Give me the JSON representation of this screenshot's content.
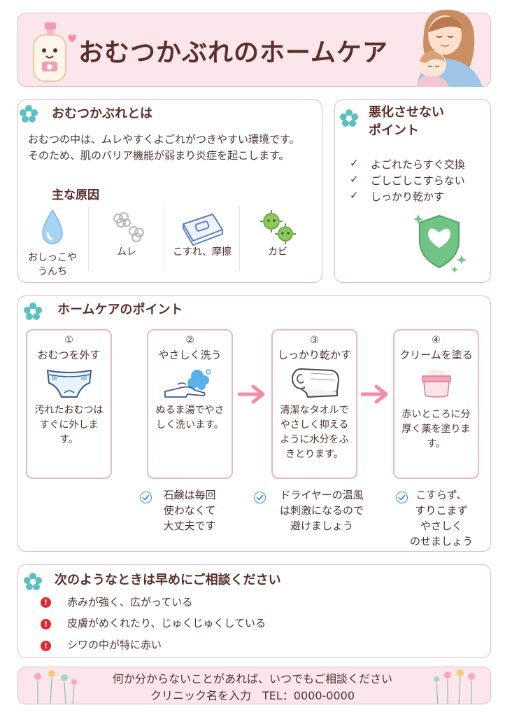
{
  "header": {
    "title": "おむつかぶれのホームケア"
  },
  "about": {
    "heading": "おむつかぶれとは",
    "text": "おむつの中は、ムレやすくよごれがつきやすい環境です。そのため、肌のバリア機能が弱まり炎症を起こします。",
    "causes_heading": "主な原因",
    "causes": [
      {
        "label": "おしっこや\nうんち",
        "icon": "water-drop-icon"
      },
      {
        "label": "ムレ",
        "icon": "steam-icon"
      },
      {
        "label": "こすれ、摩擦",
        "icon": "friction-icon"
      },
      {
        "label": "カビ",
        "icon": "germ-icon"
      }
    ]
  },
  "prevent": {
    "heading_line1": "悪化させない",
    "heading_line2": "ポイント",
    "points": [
      "よごれたらすぐ交換",
      "ごしごしこすらない",
      "しっかり乾かす"
    ],
    "check_mark": "✓"
  },
  "homecare": {
    "heading": "ホームケアのポイント",
    "steps": [
      {
        "num": "①",
        "title": "おむつを外す",
        "desc": "汚れたおむつはすぐに外します。",
        "icon": "diaper-icon"
      },
      {
        "num": "②",
        "title": "やさしく洗う",
        "desc": "ぬるま湯でやさしく洗います。",
        "icon": "washing-hand-icon"
      },
      {
        "num": "③",
        "title": "しっかり乾かす",
        "desc": "清潔なタオルでやさしく抑えるように水分をふきとります。",
        "icon": "towel-icon"
      },
      {
        "num": "④",
        "title": "クリームを塗る",
        "desc": "赤いところに分厚く薬を塗ります。",
        "icon": "cream-jar-icon"
      }
    ],
    "notes": [
      "石鹸は毎回\n使わなくて\n大丈夫です",
      "ドライヤーの温風\nは刺激になるので\n避けましょう",
      "こすらず、\nすりこまず\nやさしく\nのせましょう"
    ]
  },
  "consult": {
    "heading": "次のようなときは早めにご相談ください",
    "items": [
      "赤みが強く、広がっている",
      "皮膚がめくれたり、じゅくじゅくしている",
      "シワの中が特に赤い"
    ],
    "warn_mark": "!"
  },
  "footer": {
    "line1": "何か分からないことがあれば、いつでもご相談ください",
    "line2": "クリニック名を入力　TEL：0000-0000"
  },
  "colors": {
    "accent": "#f58aa5",
    "teal": "#5bbfc4",
    "brown": "#5a2f2a",
    "border": "#e7b9c4"
  }
}
